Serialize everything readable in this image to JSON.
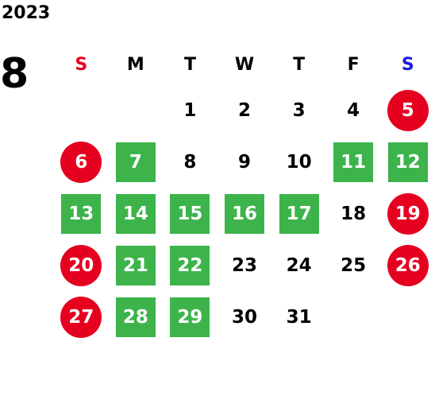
{
  "calendar": {
    "year": "2023",
    "month": "8",
    "weekdays": [
      {
        "label": "S",
        "color": "#e8001c"
      },
      {
        "label": "M",
        "color": "#000000"
      },
      {
        "label": "T",
        "color": "#000000"
      },
      {
        "label": "W",
        "color": "#000000"
      },
      {
        "label": "T",
        "color": "#000000"
      },
      {
        "label": "F",
        "color": "#000000"
      },
      {
        "label": "S",
        "color": "#1a1adc"
      }
    ],
    "colors": {
      "holiday_circle": "#e60020",
      "highlight_square": "#3cb44b",
      "text": "#000000"
    },
    "weeks": [
      [
        {
          "day": "",
          "style": "empty"
        },
        {
          "day": "",
          "style": "empty"
        },
        {
          "day": "1",
          "style": "plain"
        },
        {
          "day": "2",
          "style": "plain"
        },
        {
          "day": "3",
          "style": "plain"
        },
        {
          "day": "4",
          "style": "plain"
        },
        {
          "day": "5",
          "style": "red"
        }
      ],
      [
        {
          "day": "6",
          "style": "red"
        },
        {
          "day": "7",
          "style": "green"
        },
        {
          "day": "8",
          "style": "plain"
        },
        {
          "day": "9",
          "style": "plain"
        },
        {
          "day": "10",
          "style": "plain"
        },
        {
          "day": "11",
          "style": "green"
        },
        {
          "day": "12",
          "style": "green"
        }
      ],
      [
        {
          "day": "13",
          "style": "green"
        },
        {
          "day": "14",
          "style": "green"
        },
        {
          "day": "15",
          "style": "green"
        },
        {
          "day": "16",
          "style": "green"
        },
        {
          "day": "17",
          "style": "green"
        },
        {
          "day": "18",
          "style": "plain"
        },
        {
          "day": "19",
          "style": "red"
        }
      ],
      [
        {
          "day": "20",
          "style": "red"
        },
        {
          "day": "21",
          "style": "green"
        },
        {
          "day": "22",
          "style": "green"
        },
        {
          "day": "23",
          "style": "plain"
        },
        {
          "day": "24",
          "style": "plain"
        },
        {
          "day": "25",
          "style": "plain"
        },
        {
          "day": "26",
          "style": "red"
        }
      ],
      [
        {
          "day": "27",
          "style": "red"
        },
        {
          "day": "28",
          "style": "green"
        },
        {
          "day": "29",
          "style": "green"
        },
        {
          "day": "30",
          "style": "plain"
        },
        {
          "day": "31",
          "style": "plain"
        },
        {
          "day": "",
          "style": "empty"
        },
        {
          "day": "",
          "style": "empty"
        }
      ]
    ]
  }
}
